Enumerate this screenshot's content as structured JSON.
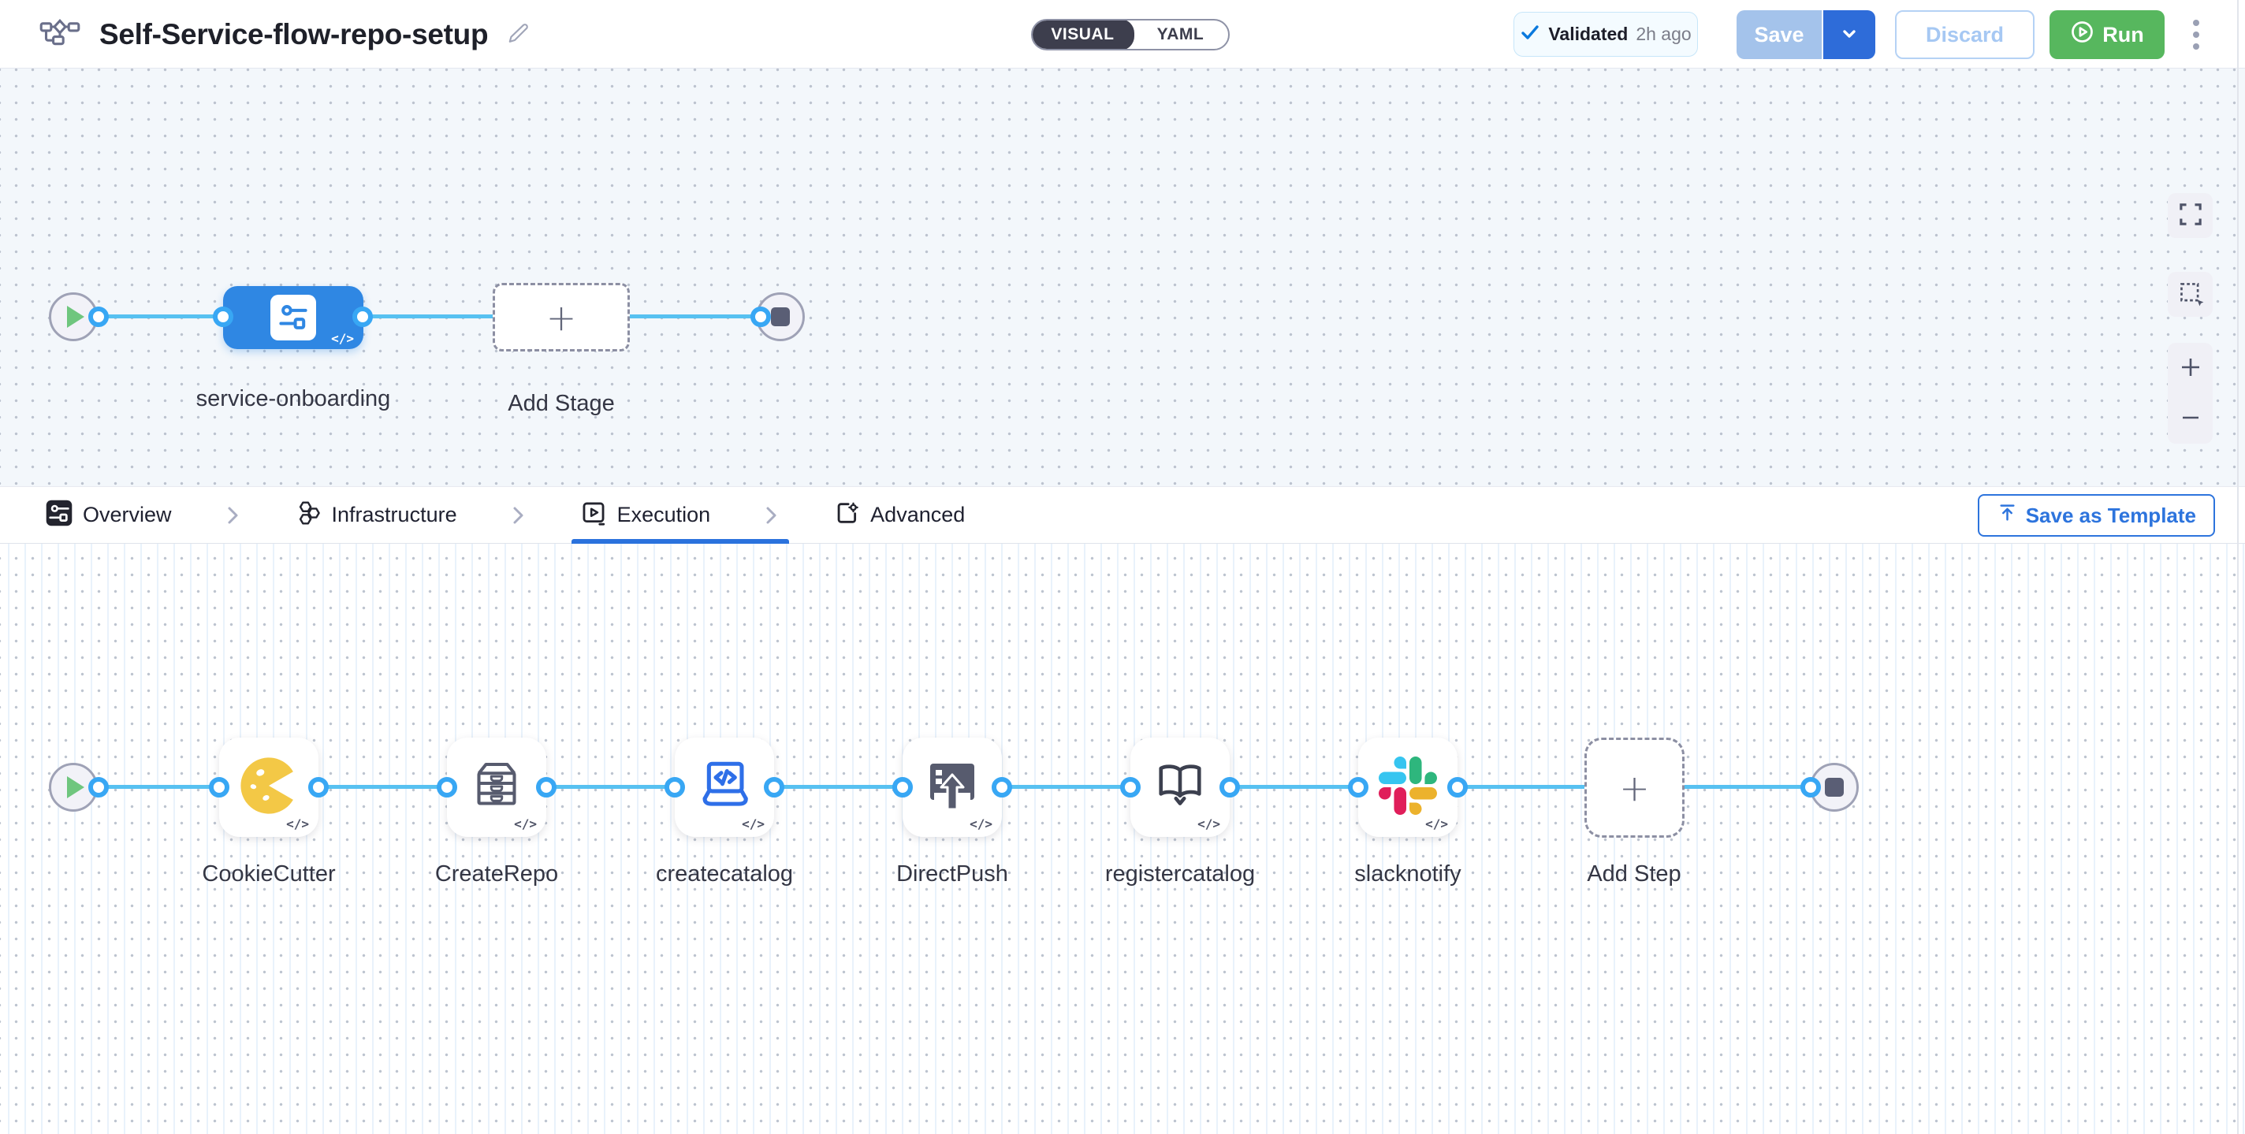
{
  "header": {
    "title": "Self-Service-flow-repo-setup",
    "mode_toggle": {
      "visual_label": "VISUAL",
      "yaml_label": "YAML",
      "selected": "VISUAL"
    },
    "validation": {
      "status_label": "Validated",
      "time_ago": "2h ago"
    },
    "save_label": "Save",
    "discard_label": "Discard",
    "run_label": "Run"
  },
  "stage_canvas": {
    "stage_name": "service-onboarding",
    "add_stage_label": "Add Stage",
    "code_badge": "</>"
  },
  "tabs": {
    "items": [
      {
        "label": "Overview",
        "selected": false
      },
      {
        "label": "Infrastructure",
        "selected": false
      },
      {
        "label": "Execution",
        "selected": true
      },
      {
        "label": "Advanced",
        "selected": false
      }
    ],
    "save_as_template_label": "Save as Template"
  },
  "execution_canvas": {
    "steps": [
      {
        "name": "CookieCutter"
      },
      {
        "name": "CreateRepo"
      },
      {
        "name": "createcatalog"
      },
      {
        "name": "DirectPush"
      },
      {
        "name": "registercatalog"
      },
      {
        "name": "slacknotify"
      }
    ],
    "add_step_label": "Add Step",
    "code_badge": "</>"
  },
  "colors": {
    "accent_blue": "#2d74dd",
    "stage_node_blue": "#2f87e3",
    "connector_line_blue": "#57c1f1",
    "connector_ring_blue": "#38a7f4",
    "run_green": "#57b75e",
    "save_disabled_blue": "#a4c3eb",
    "save_caret_blue": "#2e6cd9",
    "validated_check_blue": "#0b79dd",
    "start_play_green": "#6fc67e",
    "cookie_yellow": "#f3c846",
    "slack_blue": "#36C5F0",
    "slack_green": "#2EB67D",
    "slack_red": "#E01E5A",
    "slack_yellow": "#ECB22C"
  }
}
